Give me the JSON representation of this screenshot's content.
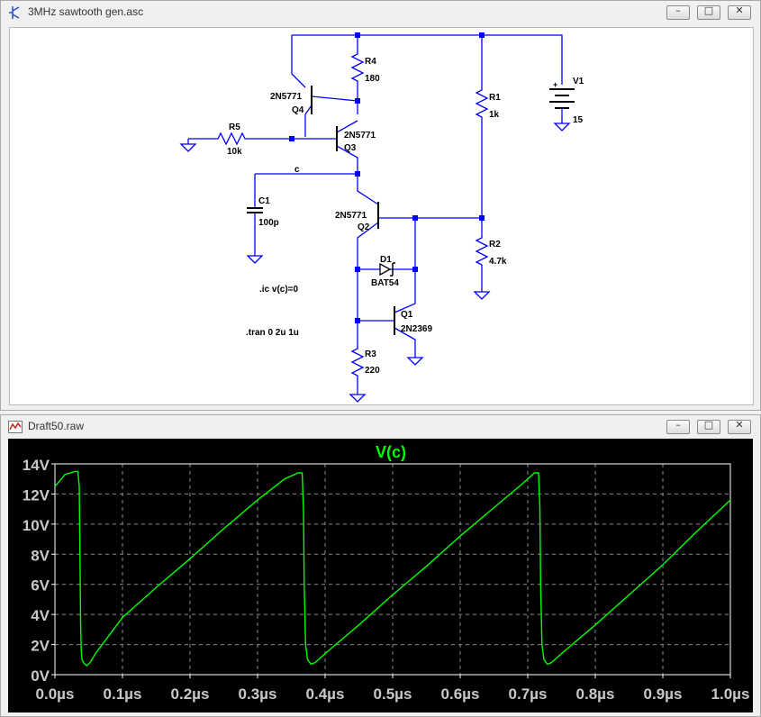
{
  "schematic_window": {
    "title": "3MHz sawtooth gen.asc",
    "controls": {
      "minimize": "–",
      "restore": "□",
      "close": "✕"
    },
    "components": {
      "R4": {
        "name": "R4",
        "value": "180"
      },
      "R1": {
        "name": "R1",
        "value": "1k"
      },
      "R5": {
        "name": "R5",
        "value": "10k"
      },
      "R2": {
        "name": "R2",
        "value": "4.7k"
      },
      "R3": {
        "name": "R3",
        "value": "220"
      },
      "C1": {
        "name": "C1",
        "value": "100p"
      },
      "V1": {
        "name": "V1",
        "value": "15"
      },
      "Q4": {
        "name": "Q4",
        "model": "2N5771"
      },
      "Q3": {
        "name": "Q3",
        "model": "2N5771"
      },
      "Q2": {
        "name": "Q2",
        "model": "2N5771"
      },
      "Q1": {
        "name": "Q1",
        "model": "2N2369"
      },
      "D1": {
        "name": "D1",
        "model": "BAT54"
      }
    },
    "net_label": "c",
    "directive_ic": ".ic v(c)=0",
    "directive_tran": ".tran 0 2u 1u",
    "colors": {
      "wire": "#0000ff",
      "text": "#000000",
      "background": "#ffffff"
    }
  },
  "plot_window": {
    "title": "Draft50.raw",
    "controls": {
      "minimize": "–",
      "restore": "□",
      "close": "✕"
    },
    "trace_label": "V(c)",
    "colors": {
      "trace": "#00ff00",
      "background": "#000000",
      "axis": "#ffffff"
    }
  },
  "chart_data": {
    "type": "line",
    "title": "V(c)",
    "xlabel": "",
    "ylabel": "",
    "xlim": [
      0,
      1.0
    ],
    "ylim": [
      0,
      14
    ],
    "x_ticks": [
      "0.0µs",
      "0.1µs",
      "0.2µs",
      "0.3µs",
      "0.4µs",
      "0.5µs",
      "0.6µs",
      "0.7µs",
      "0.8µs",
      "0.9µs",
      "1.0µs"
    ],
    "y_ticks": [
      "0V",
      "2V",
      "4V",
      "6V",
      "8V",
      "10V",
      "12V",
      "14V"
    ],
    "grid": true,
    "series": [
      {
        "name": "V(c)",
        "x": [
          0.0,
          0.015,
          0.03,
          0.034,
          0.036,
          0.037,
          0.038,
          0.039,
          0.04,
          0.043,
          0.047,
          0.052,
          0.06,
          0.1,
          0.15,
          0.2,
          0.25,
          0.3,
          0.34,
          0.36,
          0.366,
          0.368,
          0.369,
          0.371,
          0.374,
          0.379,
          0.385,
          0.4,
          0.45,
          0.5,
          0.55,
          0.6,
          0.65,
          0.69,
          0.71,
          0.716,
          0.718,
          0.719,
          0.721,
          0.724,
          0.729,
          0.735,
          0.75,
          0.8,
          0.85,
          0.9,
          0.95,
          1.0
        ],
        "y": [
          12.5,
          13.3,
          13.5,
          13.5,
          12.5,
          8.0,
          3.5,
          1.5,
          1.0,
          0.75,
          0.6,
          0.8,
          1.4,
          3.8,
          5.8,
          7.7,
          9.7,
          11.6,
          13.0,
          13.4,
          13.4,
          11.0,
          6.0,
          2.0,
          1.0,
          0.7,
          0.8,
          1.4,
          3.3,
          5.3,
          7.2,
          9.2,
          11.1,
          12.6,
          13.4,
          13.4,
          11.0,
          6.0,
          2.0,
          1.0,
          0.7,
          0.8,
          1.4,
          3.3,
          5.3,
          7.3,
          9.5,
          11.6
        ]
      }
    ]
  }
}
